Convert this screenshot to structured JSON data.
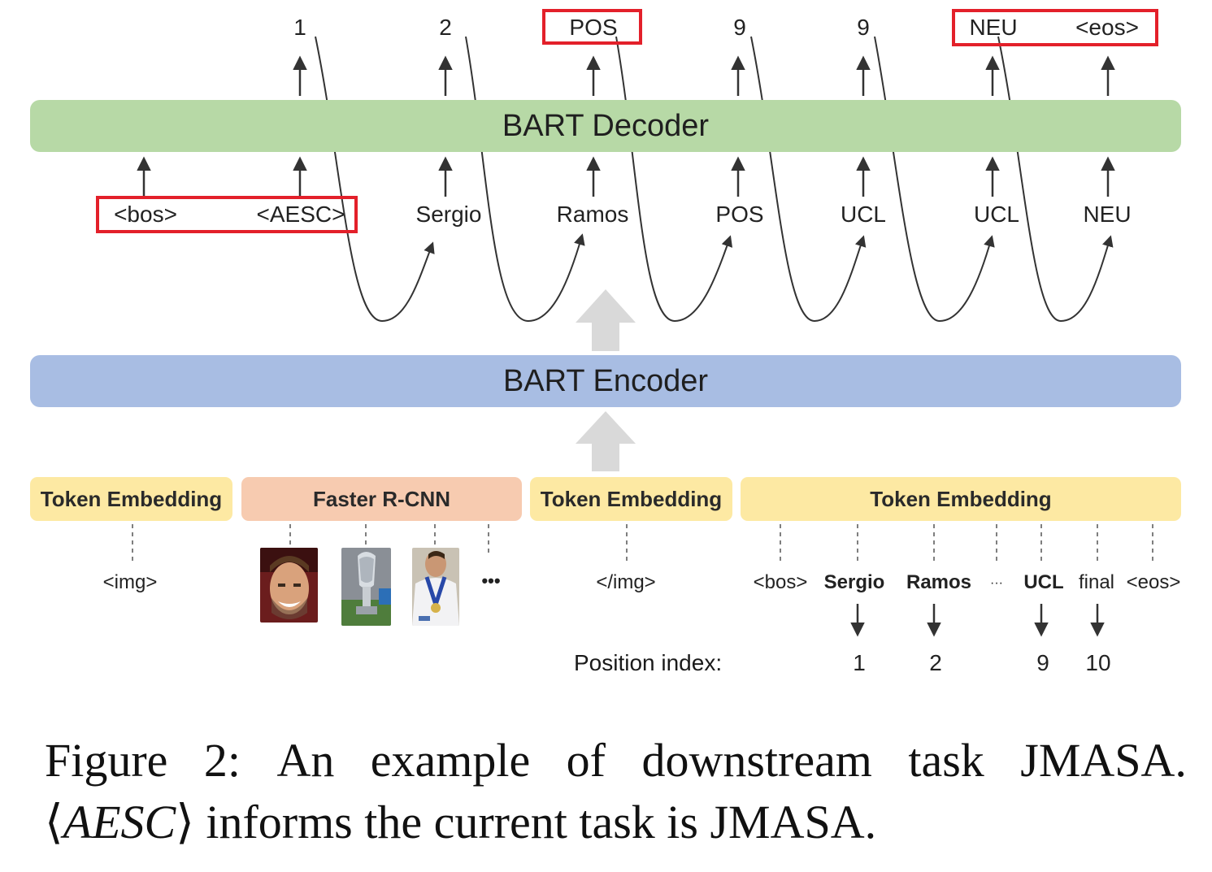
{
  "decoder": {
    "label": "BART Decoder"
  },
  "encoder": {
    "label": "BART Encoder"
  },
  "decoder_outputs": [
    "1",
    "2",
    "POS",
    "9",
    "9",
    "NEU",
    "<eos>"
  ],
  "decoder_inputs": [
    "<bos>",
    "<AESC>",
    "Sergio",
    "Ramos",
    "POS",
    "UCL",
    "UCL",
    "NEU"
  ],
  "embeddings": {
    "token_embedding_1": "Token Embedding",
    "faster_rcnn": "Faster R-CNN",
    "token_embedding_2": "Token Embedding",
    "token_embedding_3": "Token Embedding"
  },
  "input_tokens": {
    "img_open": "<img>",
    "ellipsis": "•••",
    "img_close": "</img>",
    "bos": "<bos>",
    "sergio": "Sergio",
    "ramos": "Ramos",
    "dots": "···",
    "ucl": "UCL",
    "final": "final",
    "eos": "<eos>"
  },
  "position_index": {
    "label": "Position index:",
    "values": [
      "1",
      "2",
      "9",
      "10"
    ]
  },
  "images": [
    "player-face-photo",
    "trophy-photo",
    "player-medal-photo"
  ],
  "colors": {
    "decoder": "#b7d9a6",
    "encoder": "#a8bde3",
    "token_embedding": "#fde9a3",
    "faster_rcnn": "#f7cbb0",
    "highlight_box": "#e3202a",
    "big_arrow": "#d9d9d9"
  },
  "caption": {
    "line1_words": [
      "Figure",
      "2:",
      "An",
      "example",
      "of",
      "downstream",
      "task",
      "JMASA."
    ],
    "line2_prefix": "⟨",
    "line2_italic": "AESC",
    "line2_suffix": "⟩",
    "line2_rest": " informs the current task is JMASA."
  }
}
